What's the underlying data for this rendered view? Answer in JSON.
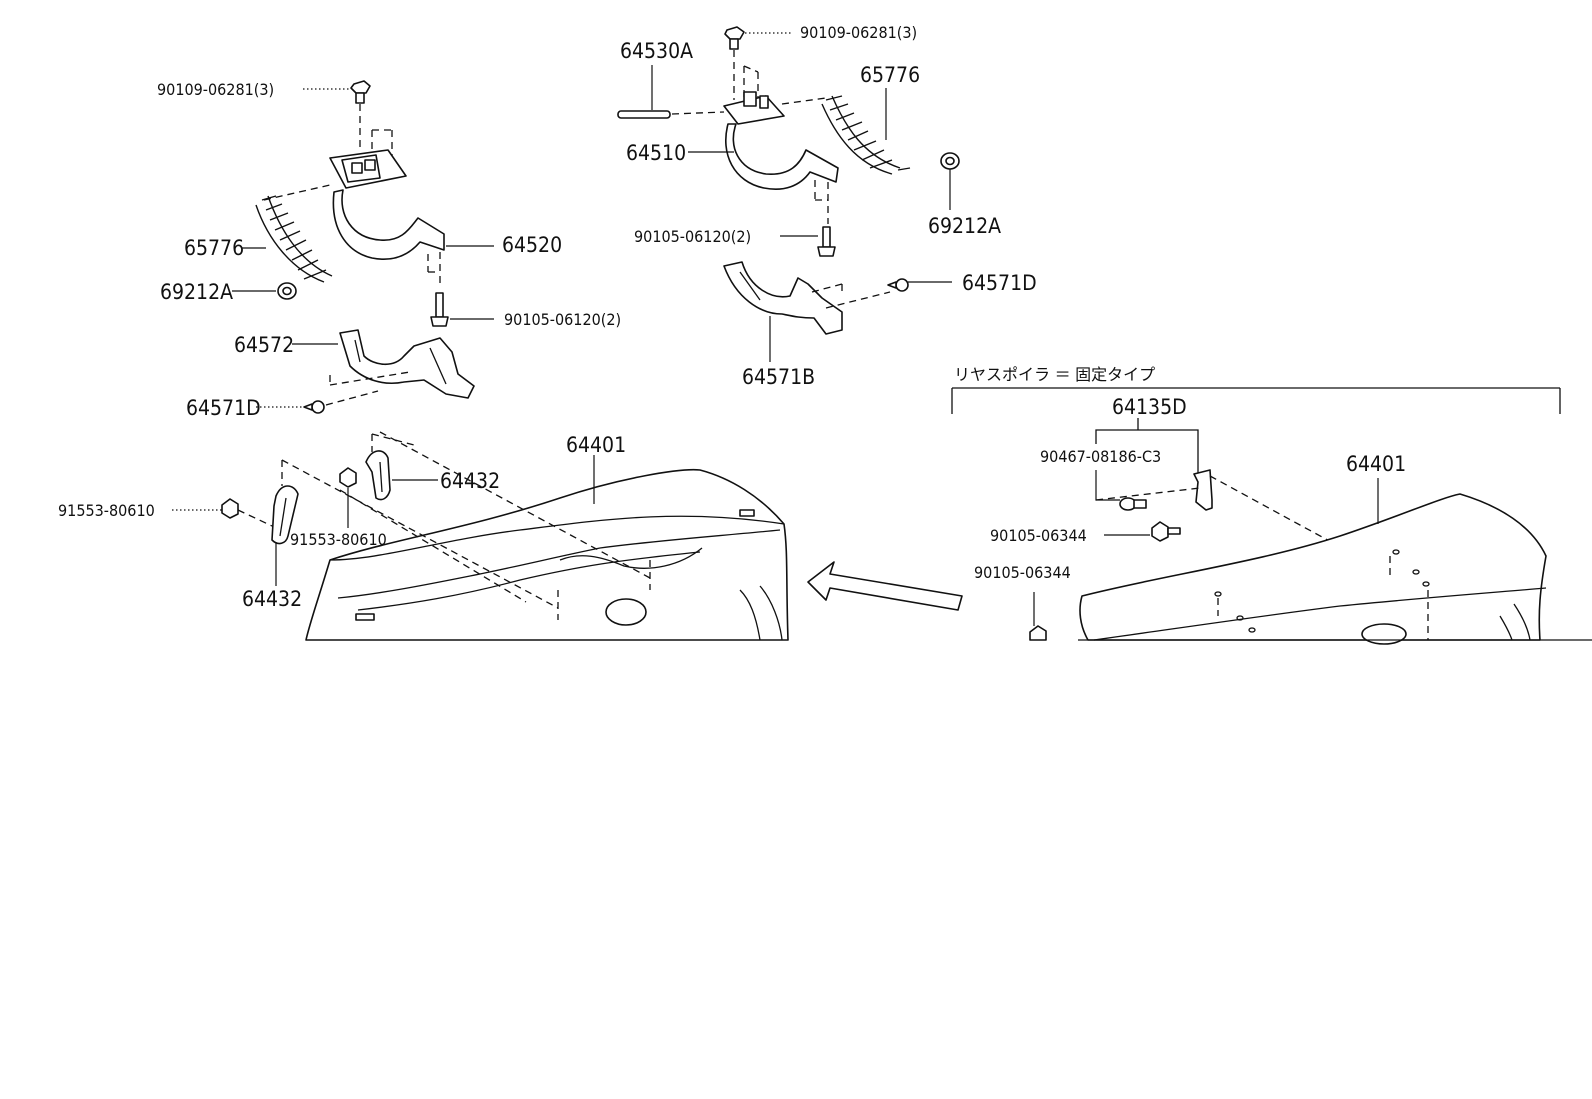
{
  "callouts": {
    "left_bolt_top": "90109-06281(3)",
    "left_spring": "65776",
    "left_clip": "69212A",
    "left_hinge_arm": "64520",
    "left_hinge_bolt": "90105-06120(2)",
    "left_bracket": "64572",
    "left_screw": "64571D",
    "center_bolt_top": "90109-06281(3)",
    "center_rod": "64530A",
    "center_hinge_arm": "64510",
    "center_spring": "65776",
    "center_clip": "69212A",
    "center_hinge_bolt": "90105-06120(2)",
    "center_screw": "64571D",
    "center_bracket": "64571B",
    "lid_left": "64401",
    "stay_upper": "64432",
    "stay_lower": "64432",
    "nut_left": "91553-80610",
    "nut_center": "91553-80610",
    "spoiler_title": "リヤスポイラ ＝ 固定タイプ",
    "spoiler_set": "64135D",
    "spoiler_bolt": "90467-08186-C3",
    "spoiler_screw_upper": "90105-06344",
    "spoiler_screw_lower": "90105-06344",
    "lid_right": "64401"
  }
}
